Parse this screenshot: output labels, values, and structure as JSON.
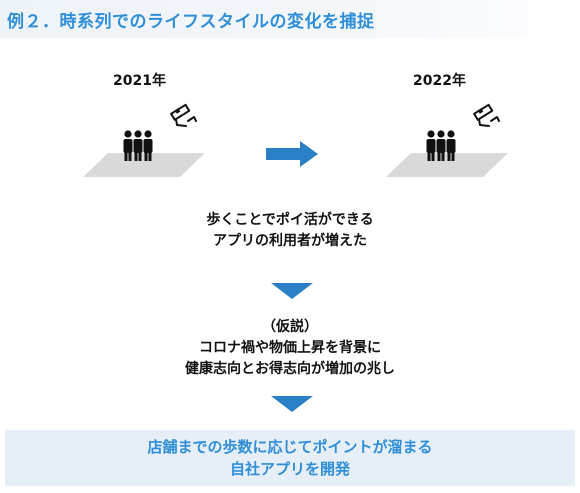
{
  "header": {
    "title": "例２．時系列でのライフスタイルの変化を捕捉"
  },
  "years": {
    "left": "2021年",
    "right": "2022年"
  },
  "box1": {
    "line1": "歩くことでポイ活ができる",
    "line2": "アプリの利用者が増えた"
  },
  "box2": {
    "line1": "（仮説）",
    "line2": "コロナ禍や物価上昇を背景に",
    "line3": "健康志向とお得志向が増加の兆し"
  },
  "result": {
    "line1": "店舗までの歩数に応じてポイントが溜まる",
    "line2": "自社アプリを開発"
  },
  "colors": {
    "accent": "#2f8ed8",
    "arrow": "#2a7fc6",
    "platform": "#d9d9d9",
    "result_bg": "#e6eff8"
  },
  "icons": [
    "people-group-icon",
    "surveillance-camera-icon",
    "arrow-right-icon",
    "triangle-down-icon"
  ]
}
